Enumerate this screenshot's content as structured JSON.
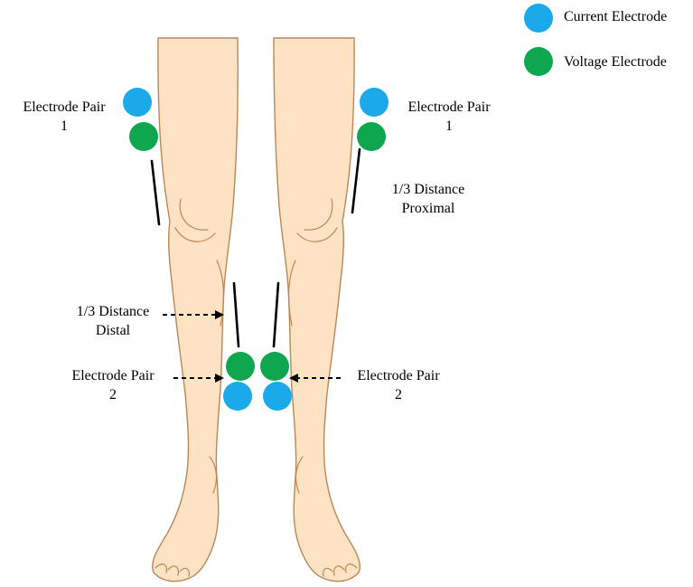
{
  "legend": {
    "current": {
      "label": "Current Electrode",
      "color": "#1ba9ea"
    },
    "voltage": {
      "label": "Voltage Electrode",
      "color": "#0fa650"
    }
  },
  "labels": {
    "pair1_left": [
      "Electrode Pair",
      "1"
    ],
    "pair1_right": [
      "Electrode Pair",
      "1"
    ],
    "proximal": [
      "1/3 Distance",
      "Proximal"
    ],
    "distal": [
      "1/3 Distance",
      "Distal"
    ],
    "pair2_left": [
      "Electrode Pair",
      "2"
    ],
    "pair2_right": [
      "Electrode Pair",
      "2"
    ]
  },
  "colors": {
    "skin": "#fde2c3",
    "skin_shade": "#f0c79c",
    "outline": "#b98858",
    "marker_line": "#000000"
  }
}
